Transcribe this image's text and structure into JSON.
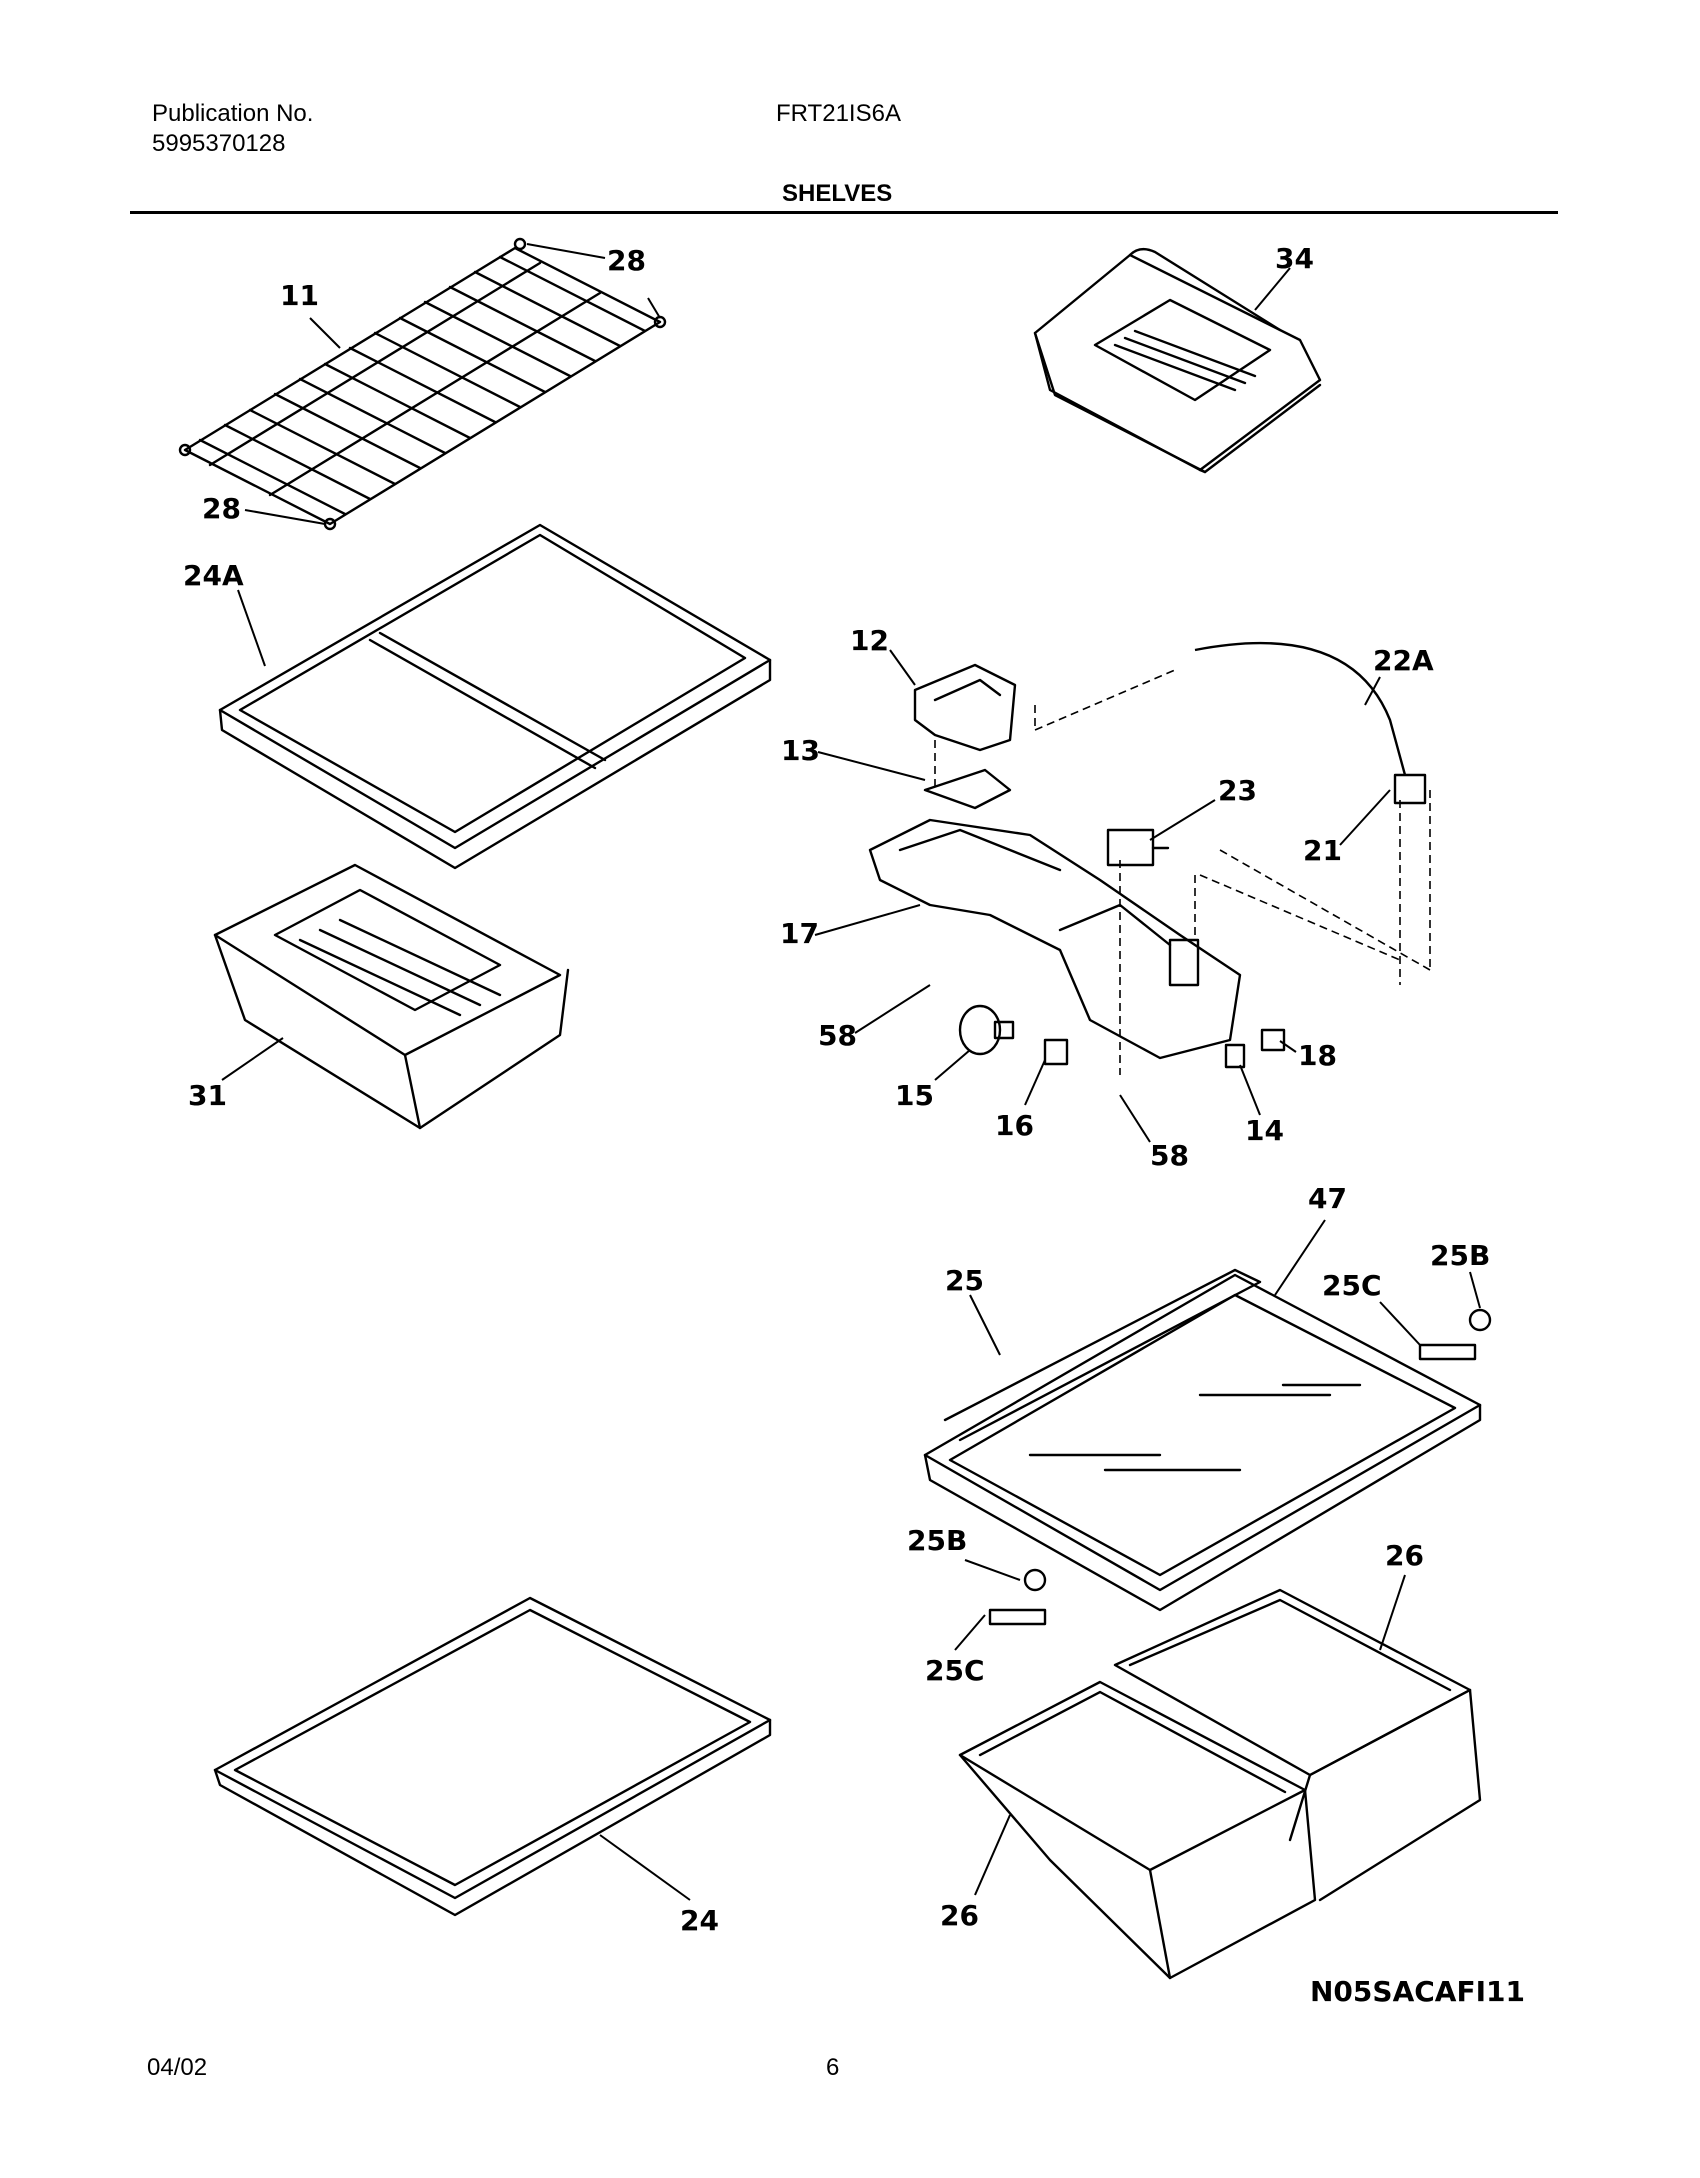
{
  "header": {
    "publication_label": "Publication No.",
    "publication_number": "5995370128",
    "model": "FRT21IS6A",
    "section_title": "SHELVES"
  },
  "callouts": {
    "c28a": "28",
    "c11": "11",
    "c28b": "28",
    "c34": "34",
    "c24a": "24A",
    "c12": "12",
    "c22a": "22A",
    "c13": "13",
    "c23": "23",
    "c21": "21",
    "c17": "17",
    "c58a": "58",
    "c18": "18",
    "c15": "15",
    "c16": "16",
    "c58b": "58",
    "c14": "14",
    "c31": "31",
    "c47": "47",
    "c25b_top": "25B",
    "c25": "25",
    "c25c_top": "25C",
    "c25b_bot": "25B",
    "c26_top": "26",
    "c25c_bot": "25C",
    "c24": "24",
    "c26_bot": "26"
  },
  "diagram_code": "N05SACAFI11",
  "footer": {
    "date": "04/02",
    "page": "6"
  }
}
